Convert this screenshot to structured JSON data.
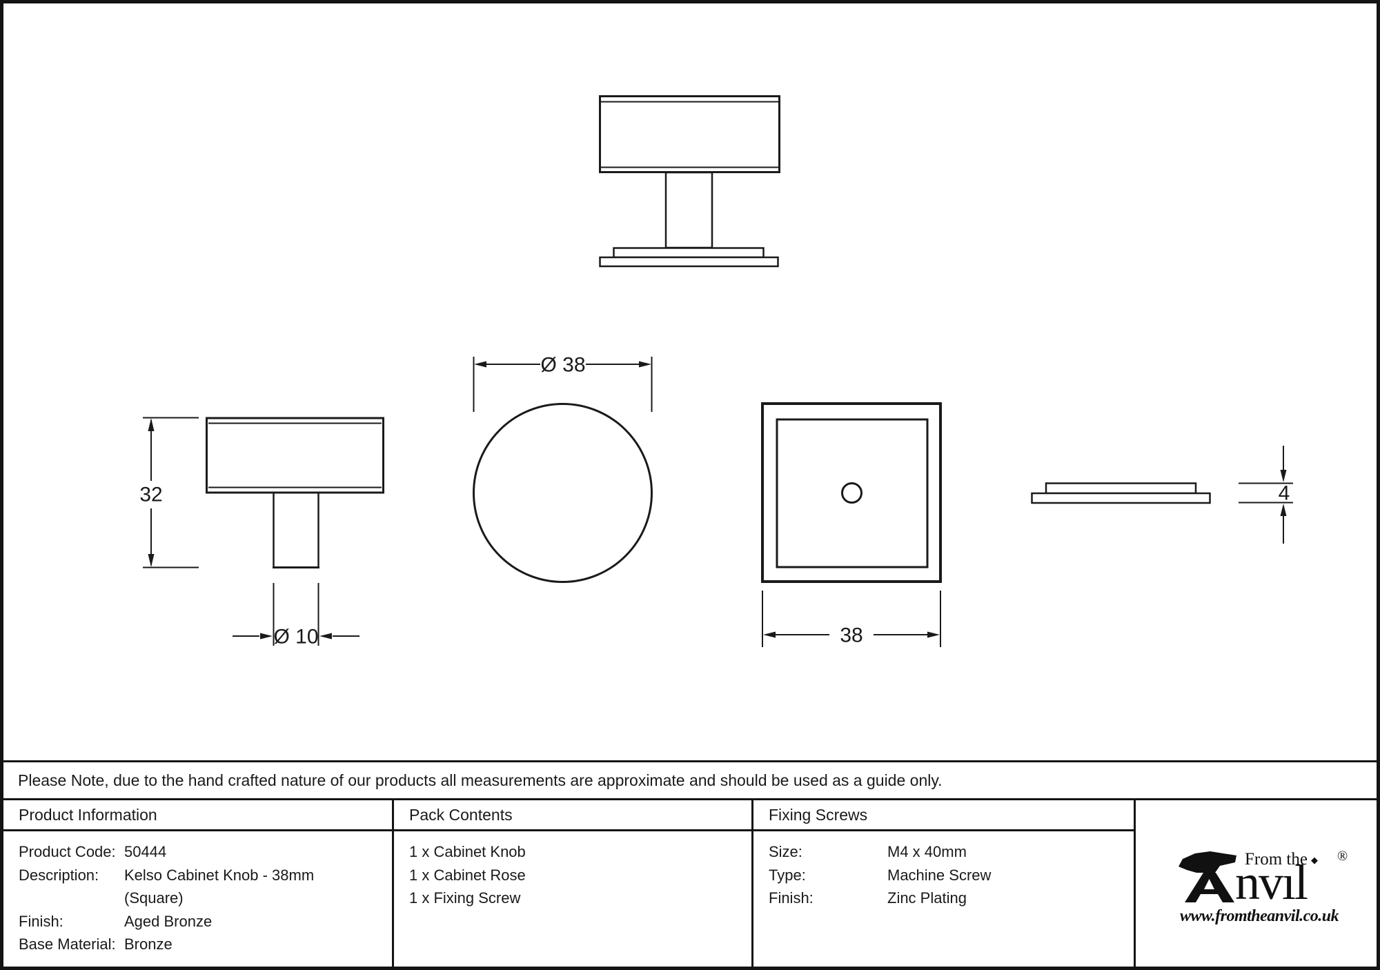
{
  "drawing": {
    "dims": {
      "knob_height": "32",
      "stem_diameter": "Ø 10",
      "knob_diameter": "Ø 38",
      "rose_width": "38",
      "rose_thickness": "4"
    }
  },
  "note": "Please Note, due to the hand crafted nature of our products all measurements are approximate and should be used as a guide only.",
  "table": {
    "product_information": {
      "header": "Product Information",
      "rows": [
        {
          "label": "Product Code:",
          "value": "50444"
        },
        {
          "label": "Description:",
          "value": "Kelso Cabinet Knob - 38mm"
        },
        {
          "label": "",
          "value": "(Square)"
        },
        {
          "label": "Finish:",
          "value": "Aged Bronze"
        },
        {
          "label": "Base Material:",
          "value": "Bronze"
        }
      ]
    },
    "pack_contents": {
      "header": "Pack Contents",
      "items": [
        "1 x Cabinet Knob",
        "1 x Cabinet Rose",
        "1 x Fixing Screw"
      ]
    },
    "fixing_screws": {
      "header": "Fixing Screws",
      "rows": [
        {
          "label": "Size:",
          "value": "M4 x 40mm"
        },
        {
          "label": "Type:",
          "value": "Machine Screw"
        },
        {
          "label": "Finish:",
          "value": "Zinc Plating"
        }
      ]
    }
  },
  "logo": {
    "name": "Anvil",
    "name_tail_display": "nvıl",
    "tagline": "From the",
    "diamond": "◆",
    "registered": "®",
    "url": "www.fromtheanvil.co.uk"
  },
  "colors": {
    "line": "#1a1a1a",
    "text": "#1a1a1a",
    "background": "#ffffff"
  }
}
